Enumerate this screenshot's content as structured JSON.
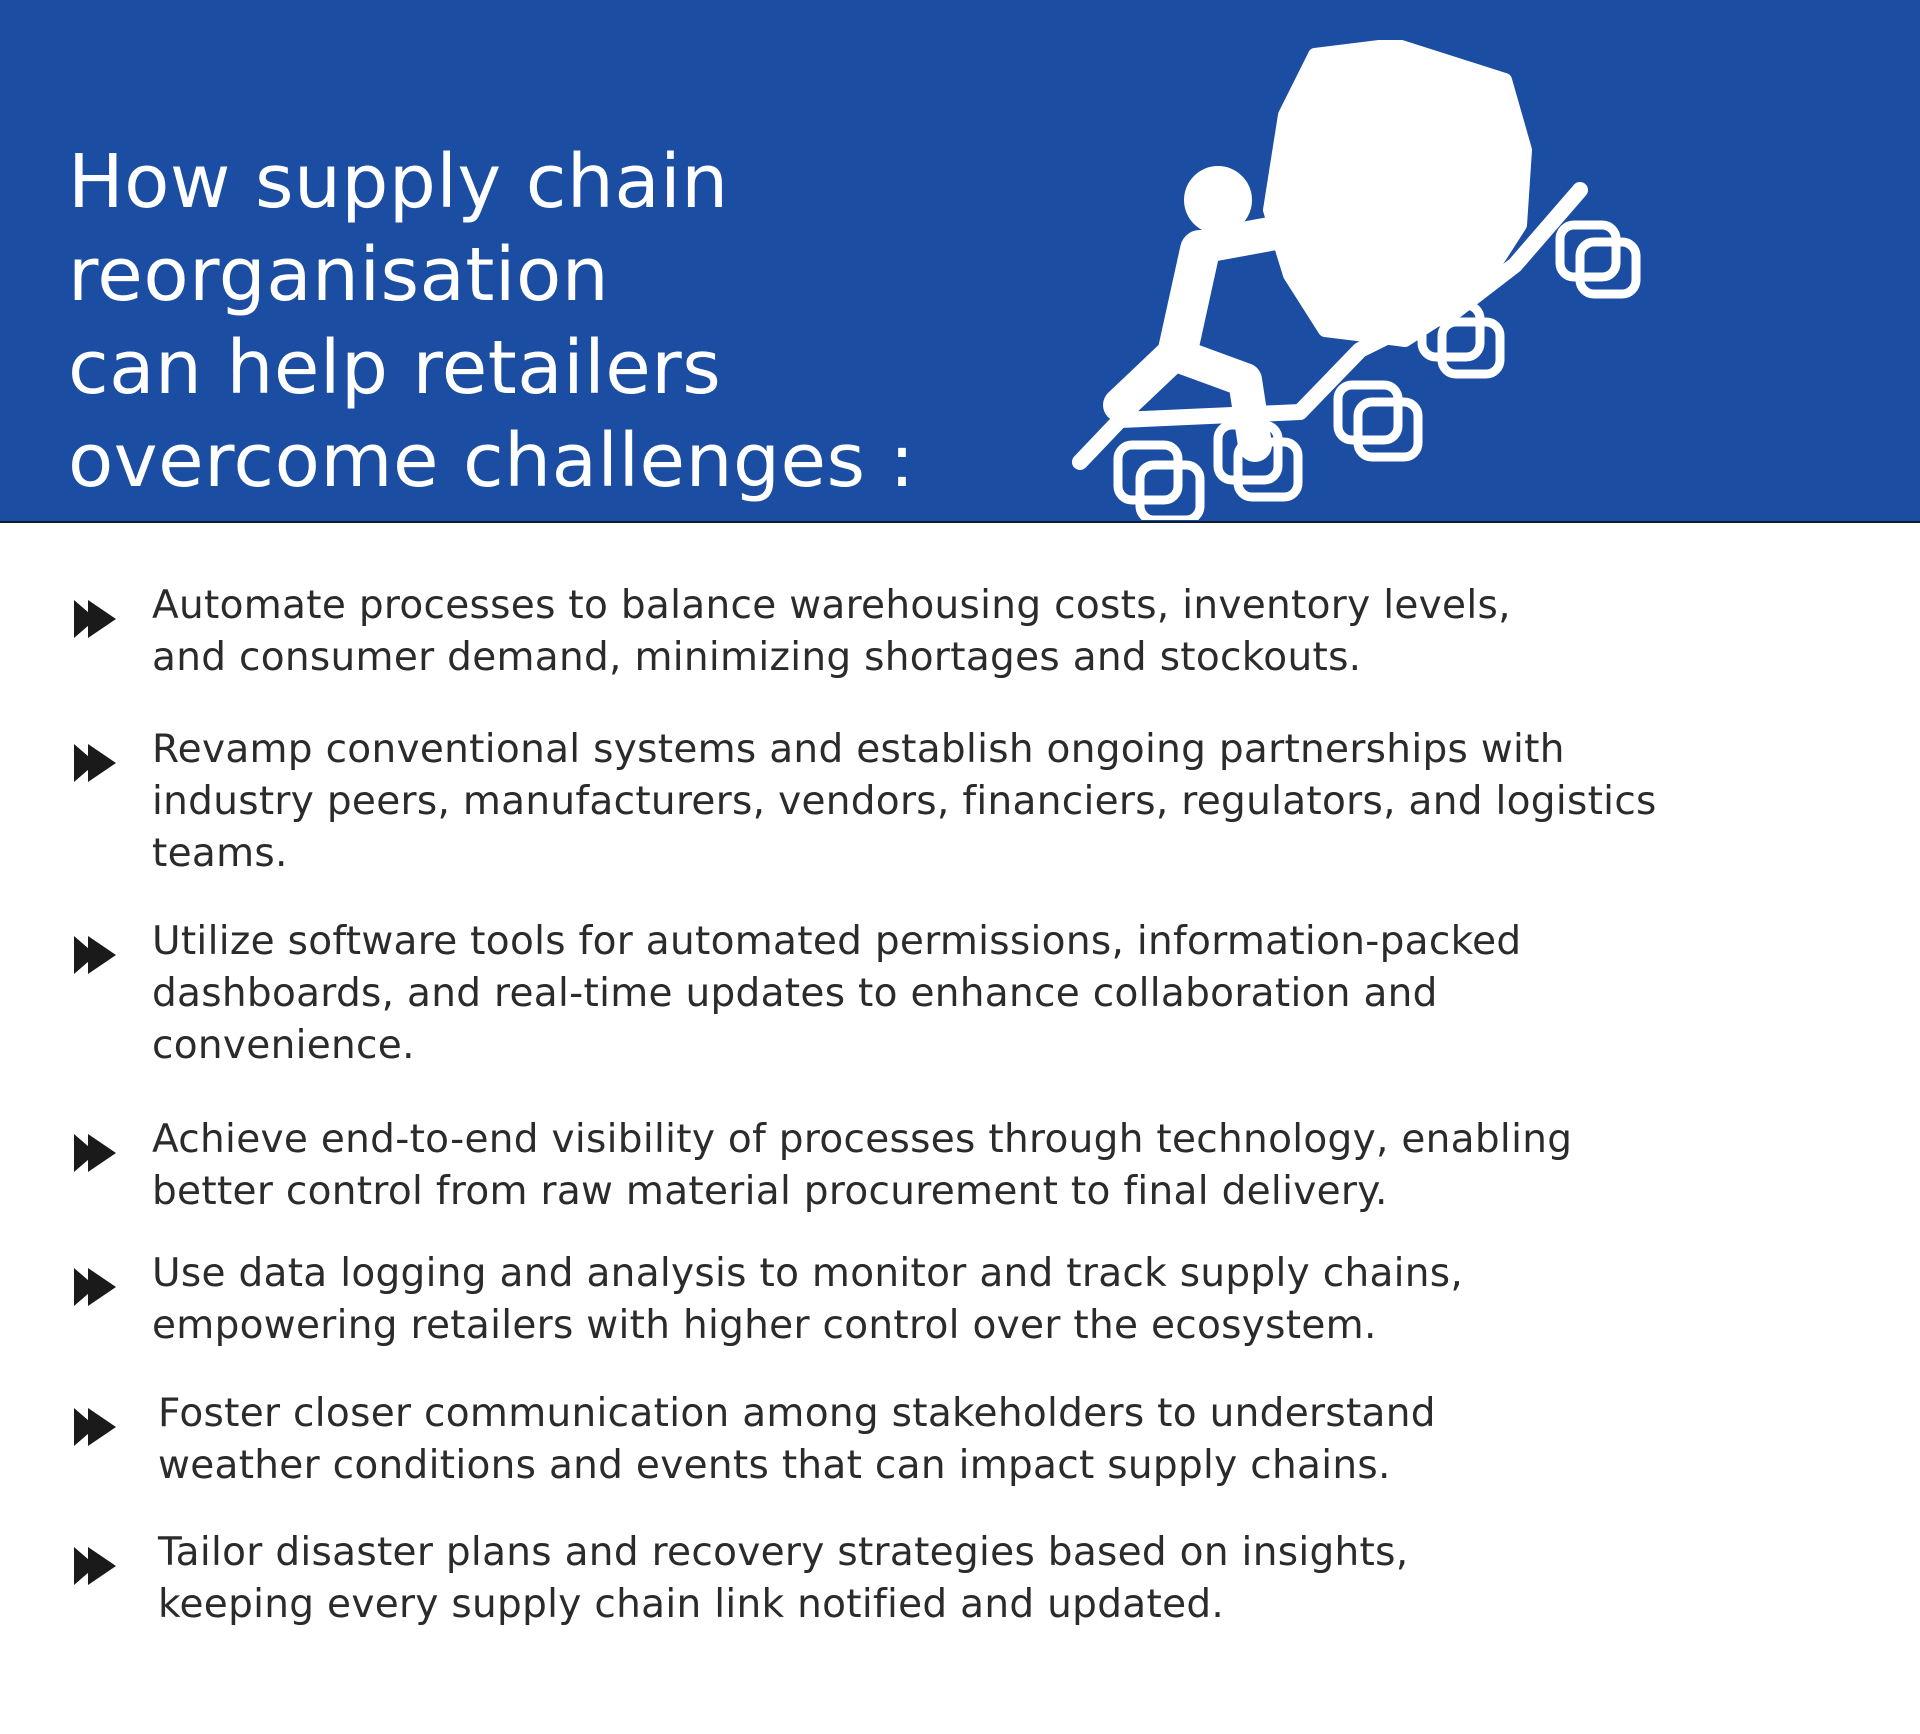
{
  "header": {
    "background_color": "#1b4ea3",
    "title_lines": [
      "How supply chain",
      "reorganisation",
      "can help retailers",
      "overcome challenges :"
    ],
    "illustration_icon": "person-pushing-boulder-uphill-icon"
  },
  "bullets": {
    "icon": "double-play-arrow-icon",
    "items": [
      {
        "lines": [
          "Automate processes to balance warehousing costs, inventory levels,",
          "and consumer demand, minimizing shortages and stockouts."
        ]
      },
      {
        "lines": [
          "Revamp conventional systems and establish ongoing partnerships with",
          "industry peers, manufacturers, vendors, financiers, regulators, and logistics",
          "teams."
        ]
      },
      {
        "lines": [
          "Utilize software tools for automated permissions, information-packed",
          "dashboards, and real-time updates to enhance collaboration and",
          "convenience."
        ]
      },
      {
        "lines": [
          "Achieve end-to-end visibility of processes through technology, enabling",
          "better control from raw material procurement to final delivery."
        ]
      },
      {
        "lines": [
          "Use data logging and analysis to monitor and track supply chains,",
          "empowering retailers with higher control over the ecosystem."
        ]
      },
      {
        "lines": [
          "Foster closer communication among stakeholders to understand",
          "weather conditions and events that can impact supply chains."
        ]
      },
      {
        "lines": [
          "Tailor disaster plans and recovery strategies based on insights,",
          "keeping every supply chain link notified and updated."
        ]
      }
    ]
  }
}
